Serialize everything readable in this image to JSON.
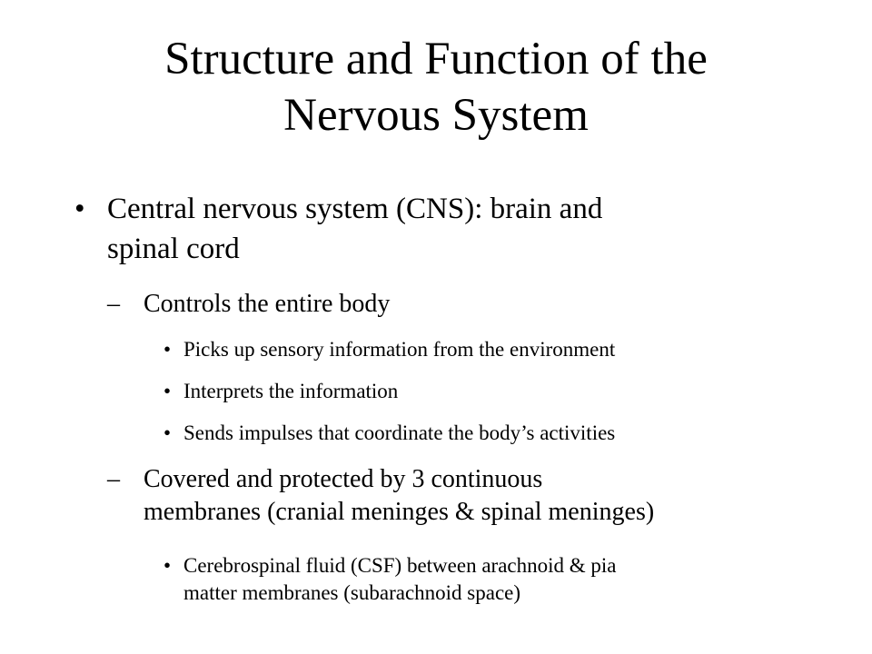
{
  "slide": {
    "title_line1": "Structure and Function of the",
    "title_line2": "Nervous System",
    "bullets": {
      "l1_marker": "•",
      "l2_marker": "–",
      "l3_marker": "•"
    },
    "items": [
      {
        "level": 1,
        "text_line1": "Central nervous system (CNS):  brain and",
        "text_line2": "spinal cord"
      },
      {
        "level": 2,
        "text": "Controls the entire body"
      },
      {
        "level": 3,
        "text": "Picks up sensory information from the environment"
      },
      {
        "level": 3,
        "text": "Interprets the information"
      },
      {
        "level": 3,
        "text": "Sends impulses that coordinate the body’s activities"
      },
      {
        "level": 2,
        "text_line1": "Covered and protected by 3 continuous",
        "text_line2": "membranes (cranial meninges & spinal meninges)"
      },
      {
        "level": 3,
        "text_line1": "Cerebrospinal fluid (CSF) between arachnoid & pia",
        "text_line2": "matter membranes (subarachnoid space)"
      }
    ]
  }
}
